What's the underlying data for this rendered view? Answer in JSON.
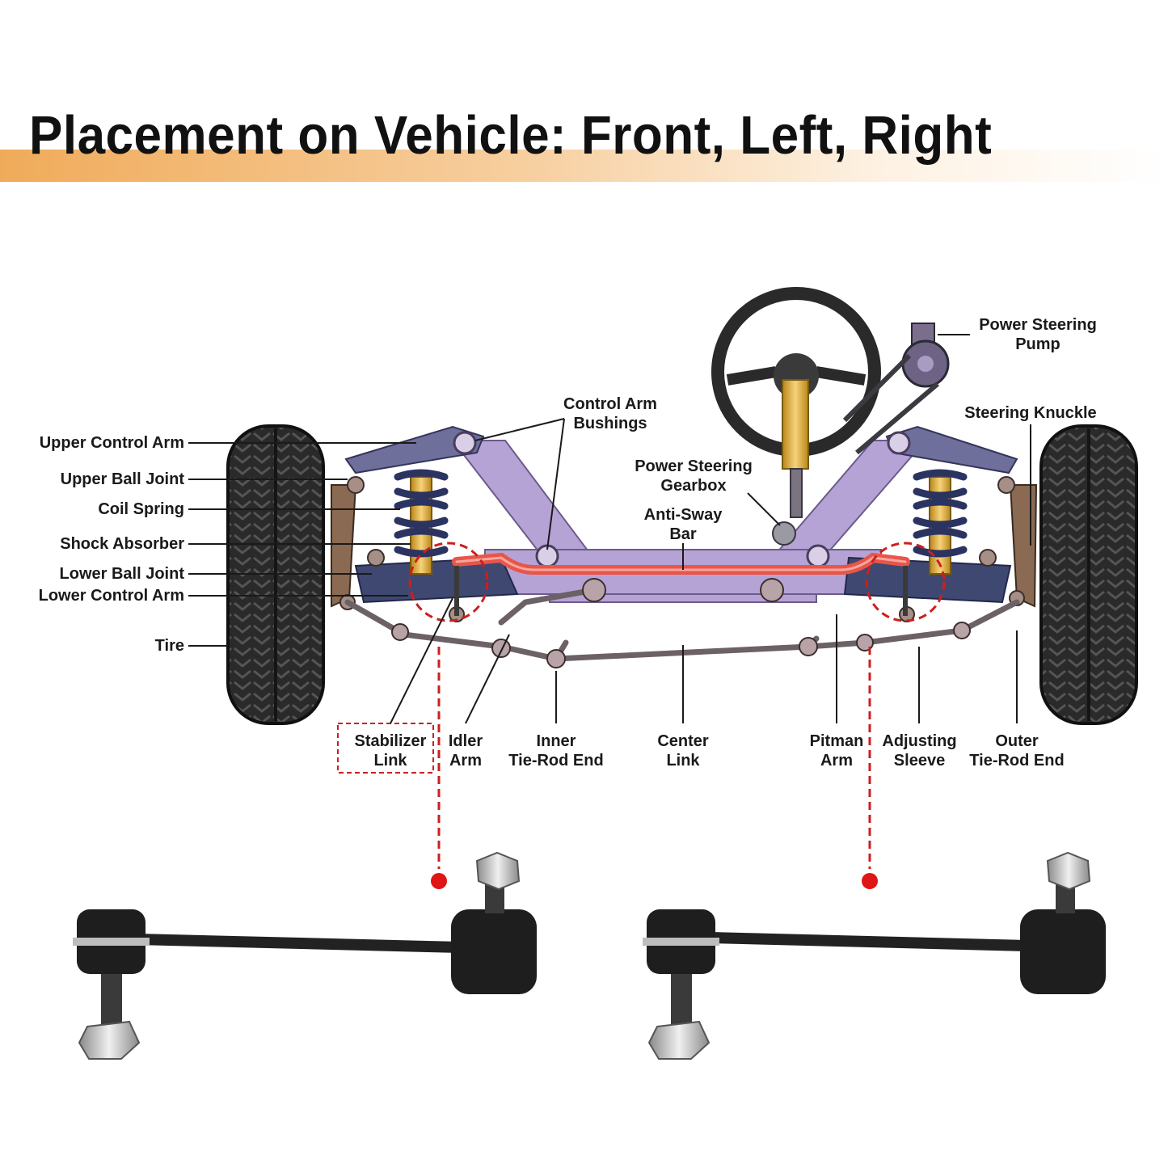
{
  "title": "Placement on Vehicle: Front, Left, Right",
  "labels": {
    "upper_control_arm": "Upper Control Arm",
    "upper_ball_joint": "Upper Ball Joint",
    "coil_spring": "Coil Spring",
    "shock_absorber": "Shock Absorber",
    "lower_ball_joint": "Lower Ball Joint",
    "lower_control_arm": "Lower Control Arm",
    "tire": "Tire",
    "control_arm_bushings_1": "Control Arm",
    "control_arm_bushings_2": "Bushings",
    "power_steering_gearbox_1": "Power Steering",
    "power_steering_gearbox_2": "Gearbox",
    "anti_sway_bar_1": "Anti-Sway",
    "anti_sway_bar_2": "Bar",
    "power_steering_pump_1": "Power Steering",
    "power_steering_pump_2": "Pump",
    "steering_knuckle": "Steering Knuckle",
    "stabilizer_link_1": "Stabilizer",
    "stabilizer_link_2": "Link",
    "idler_arm_1": "Idler",
    "idler_arm_2": "Arm",
    "inner_tie_rod_end_1": "Inner",
    "inner_tie_rod_end_2": "Tie-Rod End",
    "center_link_1": "Center",
    "center_link_2": "Link",
    "pitman_arm_1": "Pitman",
    "pitman_arm_2": "Arm",
    "adjusting_sleeve_1": "Adjusting",
    "adjusting_sleeve_2": "Sleeve",
    "outer_tie_rod_end_1": "Outer",
    "outer_tie_rod_end_2": "Tie-Rod End"
  },
  "colors": {
    "title_band": "#f0ab5a",
    "frame": "#b6a3d6",
    "control_arm": "#6f6f9c",
    "spring": "#2b3460",
    "shock": "#f2b531",
    "anti_sway_bar": "#e8554a",
    "highlight_dash": "#cc1f1f",
    "tire": "#262626",
    "link_metal": "#222222",
    "nut": "#d8d8d8"
  },
  "icons": {
    "steering_wheel": "steering-wheel-icon",
    "tire": "tire-icon",
    "stabilizer_link_part": "stabilizer-link-product-icon"
  }
}
